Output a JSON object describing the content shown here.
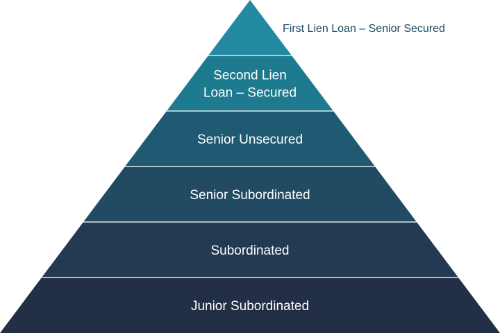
{
  "pyramid": {
    "top_label": "First Lien Loan – Senior Secured",
    "tiers": [
      {
        "lines": [
          "Second Lien",
          "Loan – Secured"
        ],
        "color": "#1e7a8e"
      },
      {
        "lines": [
          "Senior Unsecured"
        ],
        "color": "#1f5a72"
      },
      {
        "lines": [
          "Senior Subordinated"
        ],
        "color": "#224a63"
      },
      {
        "lines": [
          "Subordinated"
        ],
        "color": "#243a52"
      },
      {
        "lines": [
          "Junior Subordinated"
        ],
        "color": "#232f44"
      }
    ],
    "apex_color": "#2389a0",
    "divider_color": "#dfe6ec"
  }
}
